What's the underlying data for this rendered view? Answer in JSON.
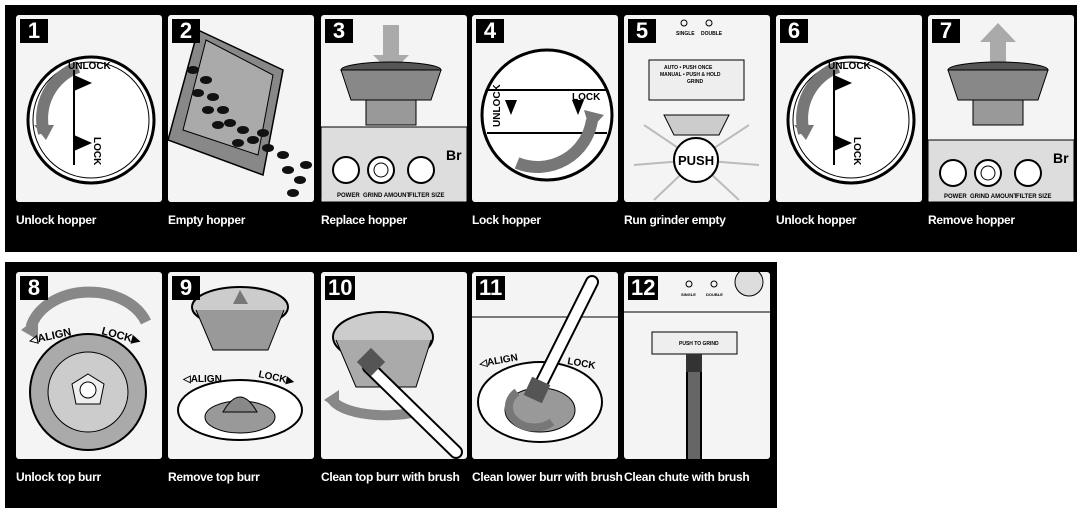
{
  "steps": [
    {
      "number": "1",
      "caption": "Unlock hopper",
      "labels": {
        "unlock": "UNLOCK",
        "lock": "LOCK"
      }
    },
    {
      "number": "2",
      "caption": "Empty hopper"
    },
    {
      "number": "3",
      "caption": "Replace hopper",
      "labels": {
        "power": "POWER",
        "grind": "GRIND AMOUNT",
        "filter": "FILTER SIZE",
        "brand": "Br"
      }
    },
    {
      "number": "4",
      "caption": "Lock hopper",
      "labels": {
        "unlock": "UNLOCK",
        "lock": "LOCK"
      }
    },
    {
      "number": "5",
      "caption": "Run grinder empty",
      "labels": {
        "single": "SINGLE",
        "double": "DOUBLE",
        "auto": "AUTO • PUSH ONCE",
        "manual": "MANUAL • PUSH & HOLD",
        "grind": "GRIND",
        "push": "PUSH"
      }
    },
    {
      "number": "6",
      "caption": "Unlock hopper",
      "labels": {
        "unlock": "UNLOCK",
        "lock": "LOCK"
      }
    },
    {
      "number": "7",
      "caption": "Remove hopper",
      "labels": {
        "power": "POWER",
        "grind": "GRIND AMOUNT",
        "filter": "FILTER SIZE",
        "brand": "Br"
      }
    },
    {
      "number": "8",
      "caption": "Unlock top burr",
      "labels": {
        "align": "◁ALIGN",
        "lock": "LOCK▶"
      }
    },
    {
      "number": "9",
      "caption": "Remove top burr",
      "labels": {
        "align": "◁ALIGN",
        "lock": "LOCK▶"
      }
    },
    {
      "number": "10",
      "caption": "Clean top burr with brush"
    },
    {
      "number": "11",
      "caption": "Clean lower burr with brush",
      "labels": {
        "align": "◁ALIGN",
        "lock": "LOCK"
      }
    },
    {
      "number": "12",
      "caption": "Clean chute with brush",
      "labels": {
        "single": "SINGLE",
        "double": "DOUBLE",
        "push": "PUSH TO GRIND"
      }
    }
  ]
}
